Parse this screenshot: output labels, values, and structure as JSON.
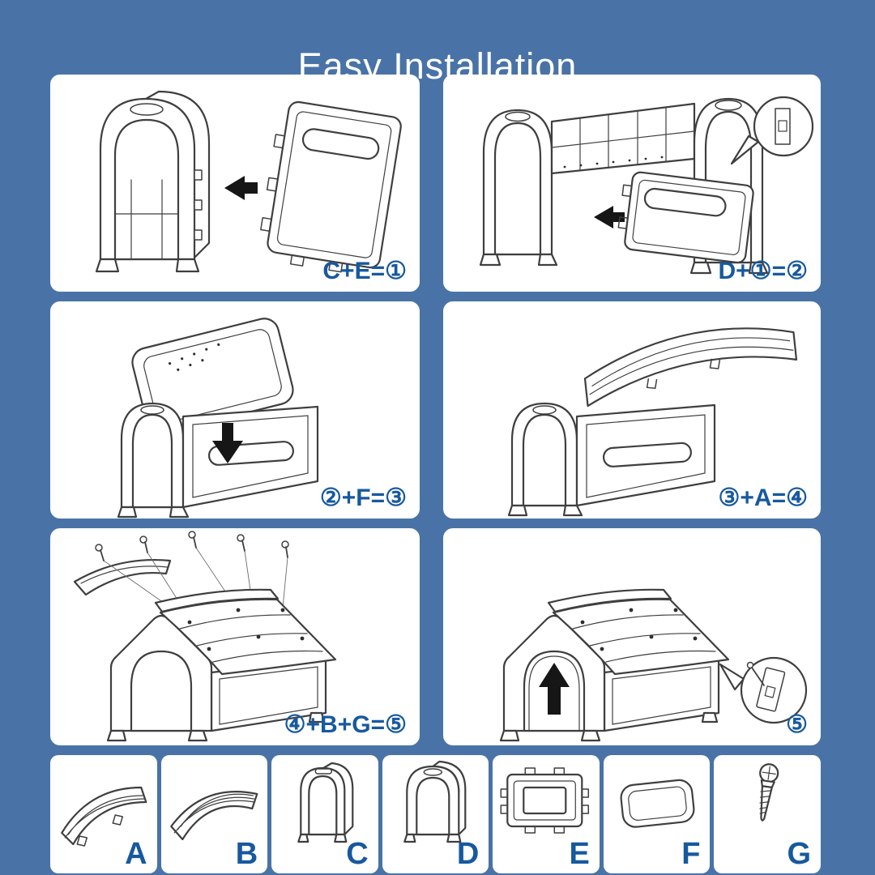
{
  "title": "Easy Installation",
  "colors": {
    "background": "#4973A7",
    "panel_background": "#FFFFFF",
    "label_text": "#17599E",
    "line_art": "#3F3F3F",
    "title_text": "#FFFFFF"
  },
  "steps": [
    {
      "formula": "C+E=①",
      "illustration": "attach-back-panel-to-arch-frame"
    },
    {
      "formula": "D+①=②",
      "illustration": "attach-second-panel-with-clip-detail"
    },
    {
      "formula": "②+F=③",
      "illustration": "insert-floor-panel-from-top"
    },
    {
      "formula": "③+A=④",
      "illustration": "place-first-roof-half"
    },
    {
      "formula": "④+B+G=⑤",
      "illustration": "add-second-roof-half-and-screws"
    },
    {
      "formula": "⑤",
      "illustration": "finished-dog-house-with-clip-detail"
    }
  ],
  "parts": [
    {
      "label": "A",
      "icon": "roof-panel-a-icon"
    },
    {
      "label": "B",
      "icon": "roof-panel-b-icon"
    },
    {
      "label": "C",
      "icon": "arch-frame-c-icon"
    },
    {
      "label": "D",
      "icon": "front-door-panel-d-icon"
    },
    {
      "label": "E",
      "icon": "back-panel-e-icon"
    },
    {
      "label": "F",
      "icon": "floor-panel-f-icon"
    },
    {
      "label": "G",
      "icon": "screw-g-icon"
    }
  ]
}
